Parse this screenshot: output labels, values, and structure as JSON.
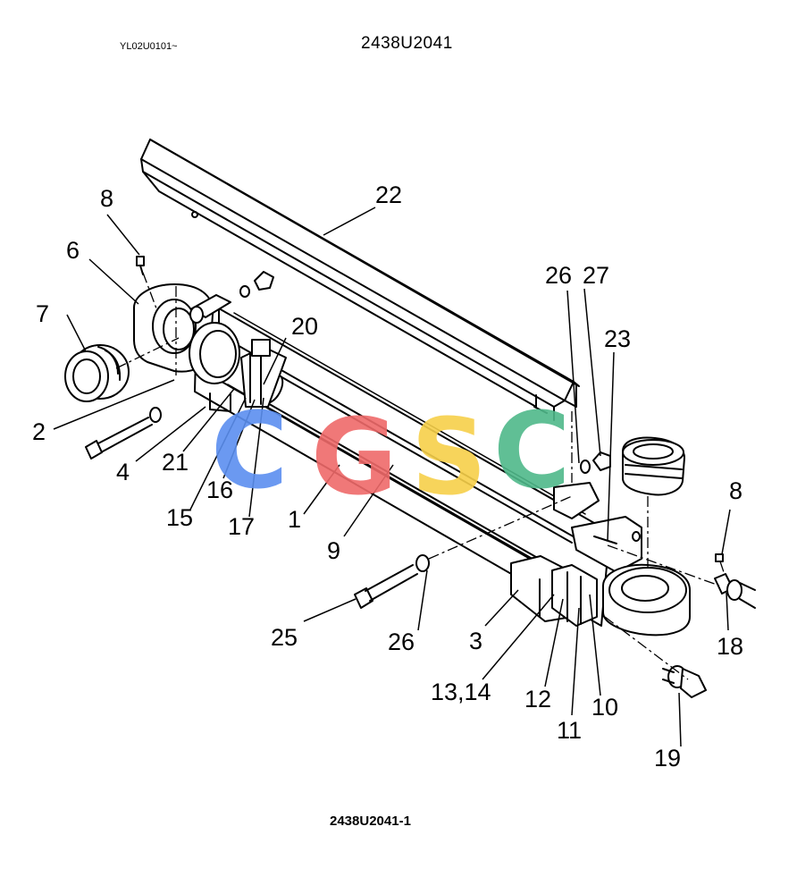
{
  "header": {
    "serial_range": "YL02U0101~",
    "drawing_number": "2438U2041"
  },
  "figure": {
    "caption": "2438U2041-1"
  },
  "callouts": [
    "1",
    "2",
    "3",
    "4",
    "6",
    "7",
    "8",
    "8",
    "9",
    "10",
    "11",
    "12",
    "13,14",
    "15",
    "16",
    "17",
    "18",
    "19",
    "20",
    "21",
    "22",
    "23",
    "25",
    "26",
    "26",
    "27"
  ],
  "watermark": {
    "letters": [
      "C",
      "G",
      "S",
      "C"
    ],
    "colors": [
      "#5b8ff0",
      "#ef6a6a",
      "#f7d04a",
      "#4fb98a"
    ]
  }
}
